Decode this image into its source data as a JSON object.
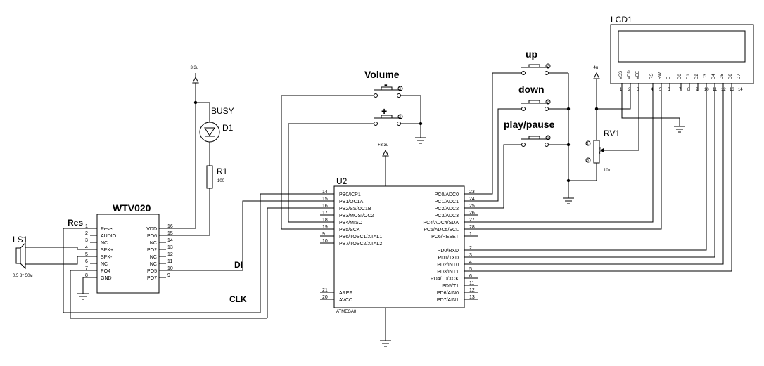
{
  "title": "",
  "rails": {
    "v33_a": "+3.3u",
    "v33_b": "+3.3u",
    "v5": "+4u"
  },
  "buttons": {
    "volume": "Volume",
    "minus": "-",
    "plus": "+",
    "up": "up",
    "down": "down",
    "play": "play/pause"
  },
  "led": {
    "busy": "BUSY",
    "ref": "D1"
  },
  "resistor": {
    "ref": "R1",
    "value": "100"
  },
  "speaker": {
    "ref": "LS1",
    "desc": "0.5 8т 50м"
  },
  "module": {
    "name": "WTV020",
    "res_label": "Res",
    "left_pins": [
      {
        "num": "1",
        "name": "Reset"
      },
      {
        "num": "2",
        "name": "AUDIO"
      },
      {
        "num": "3",
        "name": "NC"
      },
      {
        "num": "4",
        "name": "SPK+"
      },
      {
        "num": "5",
        "name": "SPK-"
      },
      {
        "num": "6",
        "name": "NC"
      },
      {
        "num": "7",
        "name": "PO4"
      },
      {
        "num": "8",
        "name": "GND"
      }
    ],
    "right_pins": [
      {
        "num": "16",
        "name": "VDD"
      },
      {
        "num": "15",
        "name": "PO6"
      },
      {
        "num": "14",
        "name": "NC"
      },
      {
        "num": "13",
        "name": "PO2"
      },
      {
        "num": "12",
        "name": "NC"
      },
      {
        "num": "11",
        "name": "NC"
      },
      {
        "num": "10",
        "name": "PO5"
      },
      {
        "num": "9",
        "name": "PO7"
      }
    ]
  },
  "nets": {
    "di": "DI",
    "clk": "CLK"
  },
  "mcu": {
    "ref": "U2",
    "part": "ATMEGA8",
    "left_pins": [
      {
        "num": "14",
        "name": "PB0/ICP1"
      },
      {
        "num": "15",
        "name": "PB1/OC1A"
      },
      {
        "num": "16",
        "name": "PB2/SS/OC1B"
      },
      {
        "num": "17",
        "name": "PB3/MOSI/OC2"
      },
      {
        "num": "18",
        "name": "PB4/MISO"
      },
      {
        "num": "19",
        "name": "PB5/SCK"
      },
      {
        "num": "9",
        "name": "PB6/TOSC1/XTAL1"
      },
      {
        "num": "10",
        "name": "PB7/TOSC2/XTAL2"
      }
    ],
    "aref": {
      "num": "21",
      "name": "AREF"
    },
    "avcc": {
      "num": "20",
      "name": "AVCC"
    },
    "right_pins": [
      {
        "num": "23",
        "name": "PC0/ADC0"
      },
      {
        "num": "24",
        "name": "PC1/ADC1"
      },
      {
        "num": "25",
        "name": "PC2/ADC2"
      },
      {
        "num": "26",
        "name": "PC3/ADC3"
      },
      {
        "num": "27",
        "name": "PC4/ADC4/SDA"
      },
      {
        "num": "28",
        "name": "PC5/ADC5/SCL"
      },
      {
        "num": "1",
        "name": "PC6/RESET"
      }
    ],
    "right_pins_d": [
      {
        "num": "2",
        "name": "PD0/RXD"
      },
      {
        "num": "3",
        "name": "PD1/TXD"
      },
      {
        "num": "4",
        "name": "PD2/INT0"
      },
      {
        "num": "5",
        "name": "PD3/INT1"
      },
      {
        "num": "6",
        "name": "PD4/T0/XCK"
      },
      {
        "num": "11",
        "name": "PD5/T1"
      },
      {
        "num": "12",
        "name": "PD6/AIN0"
      },
      {
        "num": "13",
        "name": "PD7/AIN1"
      }
    ]
  },
  "lcd": {
    "ref": "LCD1",
    "pins": [
      {
        "num": "1",
        "name": "VSS"
      },
      {
        "num": "2",
        "name": "VDD"
      },
      {
        "num": "3",
        "name": "VEE"
      },
      {
        "num": "4",
        "name": "RS"
      },
      {
        "num": "5",
        "name": "RW"
      },
      {
        "num": "6",
        "name": "E"
      },
      {
        "num": "7",
        "name": "D0"
      },
      {
        "num": "8",
        "name": "D1"
      },
      {
        "num": "9",
        "name": "D2"
      },
      {
        "num": "10",
        "name": "D3"
      },
      {
        "num": "11",
        "name": "D4"
      },
      {
        "num": "12",
        "name": "D5"
      },
      {
        "num": "13",
        "name": "D6"
      },
      {
        "num": "14",
        "name": "D7"
      }
    ]
  },
  "pot": {
    "ref": "RV1",
    "value": "10k",
    "pct": "50%",
    "pin_a": "1",
    "pin_b": "3"
  }
}
